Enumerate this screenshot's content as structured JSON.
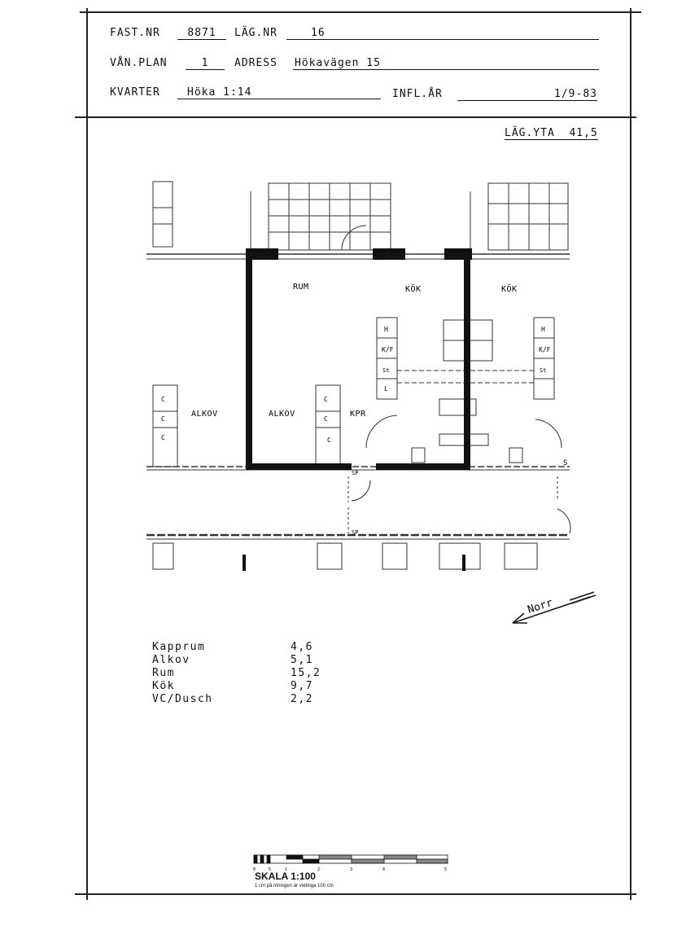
{
  "header": {
    "fast_nr_label": "FAST.NR",
    "fast_nr_value": "8871",
    "lag_nr_label": "LÄG.NR",
    "lag_nr_value": "16",
    "van_plan_label": "VÅN.PLAN",
    "van_plan_value": "1",
    "adress_label": "ADRESS",
    "adress_value": "Hökavägen 15",
    "kvarter_label": "KVARTER",
    "kvarter_value": "Höka 1:14",
    "infl_ar_label": "INFL.ÅR",
    "infl_ar_value": "1/9-83"
  },
  "lag_yta": "LÄG.YTA  41,5",
  "plan": {
    "rooms": {
      "rum": "RUM",
      "kok1": "KÖK",
      "kok2": "KÖK",
      "alkov1": "ALKOV",
      "alkov2": "ALKOV",
      "kpr": "KPR"
    },
    "fixtures": {
      "h1": "H",
      "k1": "K/F",
      "st1": "St",
      "l1": "L",
      "h2": "H",
      "k2": "K/F",
      "st2": "St",
      "c": "C"
    },
    "marks": {
      "sp1": "SP",
      "sp2": "SP",
      "s": "S"
    }
  },
  "north": "Norr",
  "areas": [
    {
      "name": "Kapprum",
      "value": "4,6"
    },
    {
      "name": "Alkov",
      "value": "5,1"
    },
    {
      "name": "Rum",
      "value": "15,2"
    },
    {
      "name": "Kök",
      "value": "9,7"
    },
    {
      "name": "VC/Dusch",
      "value": "2,2"
    }
  ],
  "scale": {
    "title": "SKALA 1:100",
    "subtitle": "1 cm på ritningen är verkliga 100 cm",
    "ticks": [
      "0",
      "5",
      "1",
      "2",
      "3",
      "4",
      "5"
    ]
  }
}
